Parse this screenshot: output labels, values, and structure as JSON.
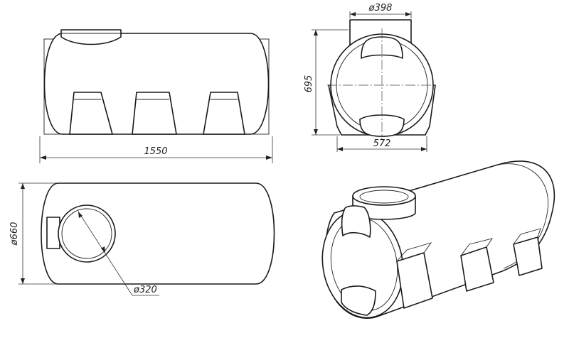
{
  "dimensions": {
    "length": "1550",
    "height": "695",
    "width": "572",
    "neck_diameter": "ø398",
    "tank_diameter": "ø660",
    "hatch_diameter": "ø320"
  }
}
